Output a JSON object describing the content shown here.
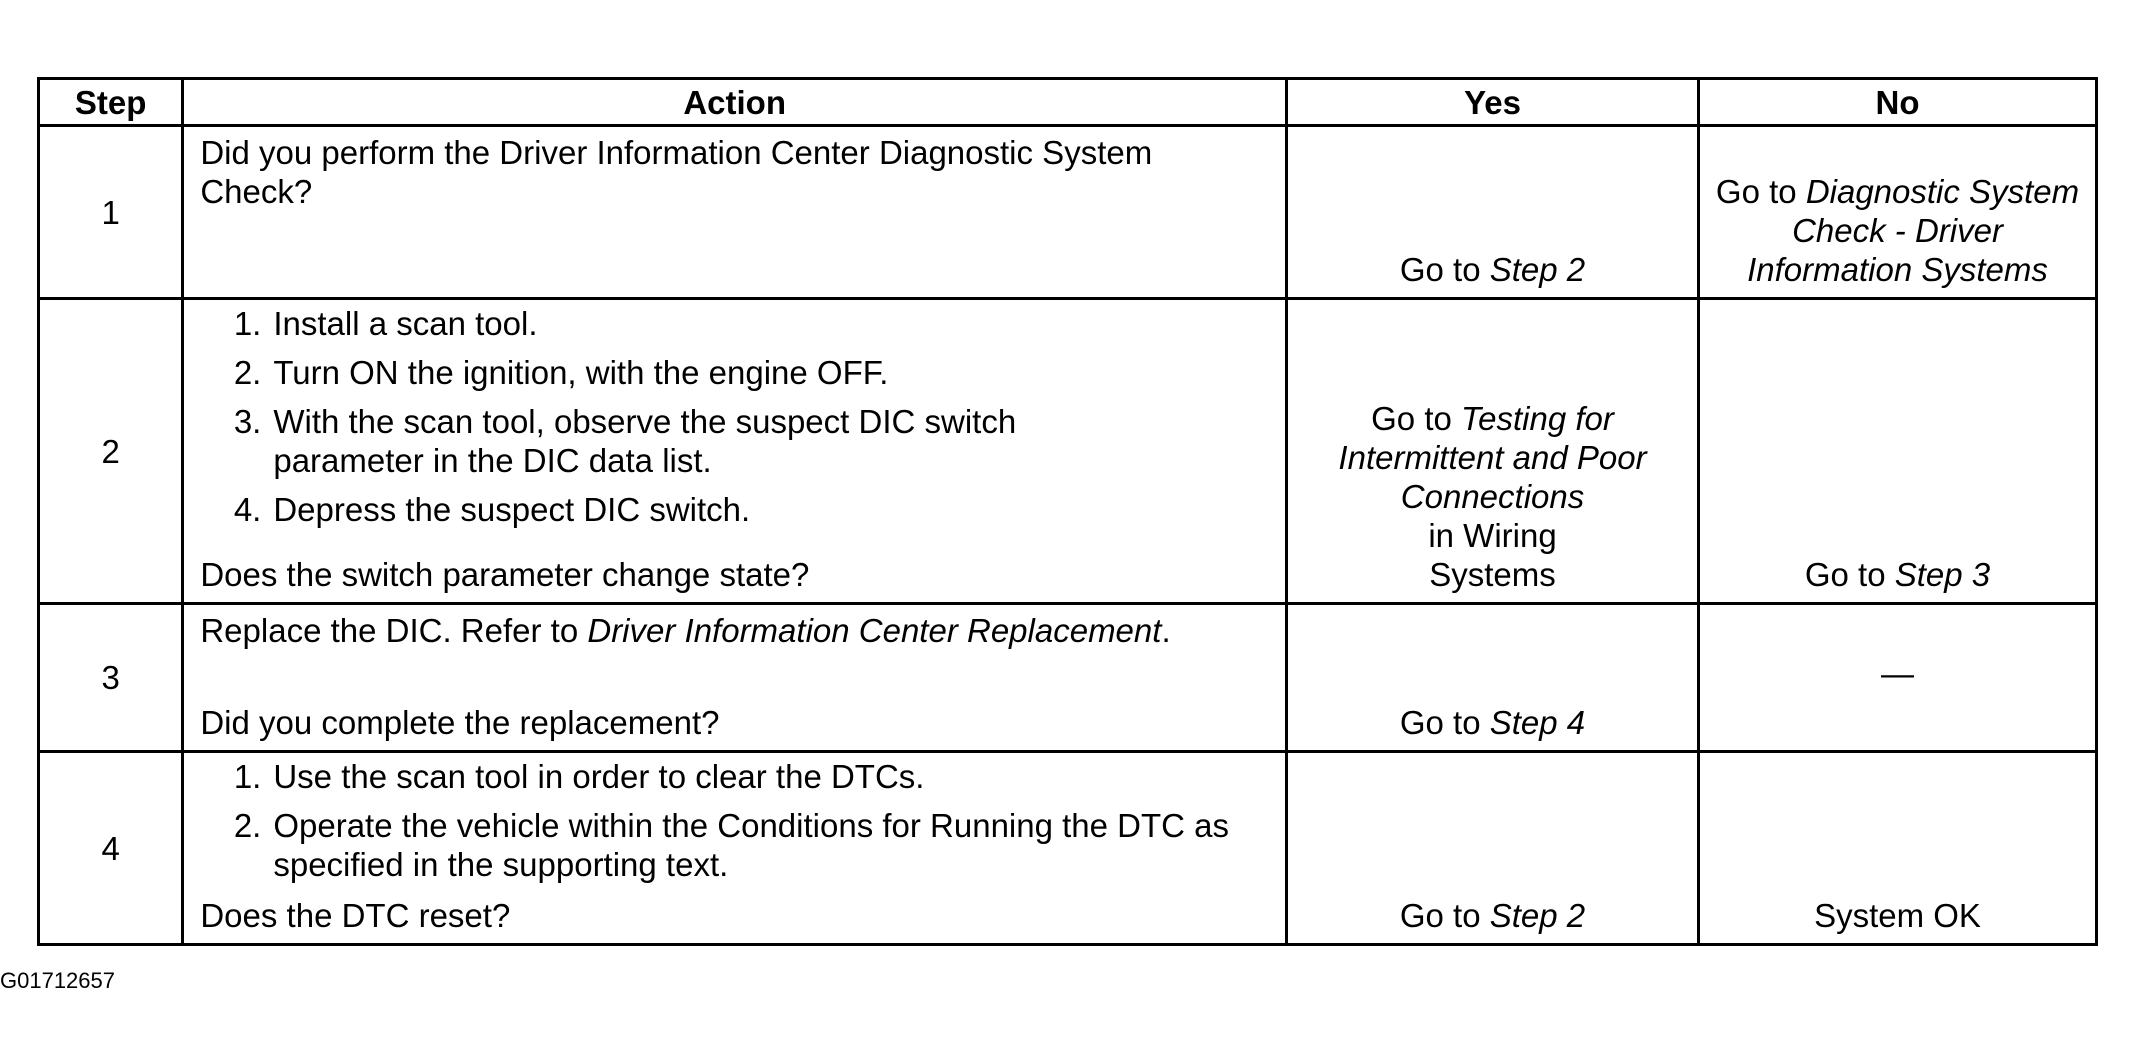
{
  "table": {
    "headers": {
      "step": "Step",
      "action": "Action",
      "yes": "Yes",
      "no": "No"
    },
    "rows": [
      {
        "step": "1",
        "action_text": "Did you perform the Driver Information Center Diagnostic System Check?",
        "yes_prefix": "Go to ",
        "yes_link": "Step 2",
        "no_prefix": "Go to ",
        "no_link": "Diagnostic System Check - Driver Information Systems"
      },
      {
        "step": "2",
        "substeps": [
          {
            "num": "1.",
            "text": "Install a scan tool."
          },
          {
            "num": "2.",
            "text": "Turn ON the ignition, with the engine OFF."
          },
          {
            "num": "3.",
            "text": "With the scan tool, observe the suspect DIC switch parameter in the DIC data list."
          },
          {
            "num": "4.",
            "text": "Depress the suspect DIC switch."
          }
        ],
        "question": "Does the switch parameter change state?",
        "yes_prefix": "Go to ",
        "yes_link": "Testing for Intermittent and Poor Connections",
        "yes_suffix": "in Wiring Systems",
        "no_prefix": "Go to ",
        "no_link": "Step 3"
      },
      {
        "step": "3",
        "action_prefix": "Replace the DIC. Refer to ",
        "action_link": "Driver Information Center Replacement",
        "action_suffix": ".",
        "question": "Did you complete the replacement?",
        "yes_prefix": "Go to ",
        "yes_link": "Step 4",
        "no_text": "—"
      },
      {
        "step": "4",
        "substeps": [
          {
            "num": "1.",
            "text": "Use the scan tool in order to clear the DTCs."
          },
          {
            "num": "2.",
            "text": "Operate the vehicle within the Conditions for Running the DTC as specified in the supporting text."
          }
        ],
        "question": "Does the DTC reset?",
        "yes_prefix": "Go to ",
        "yes_link": "Step 2",
        "no_text": "System OK"
      }
    ]
  },
  "figure_id": "G01712657"
}
